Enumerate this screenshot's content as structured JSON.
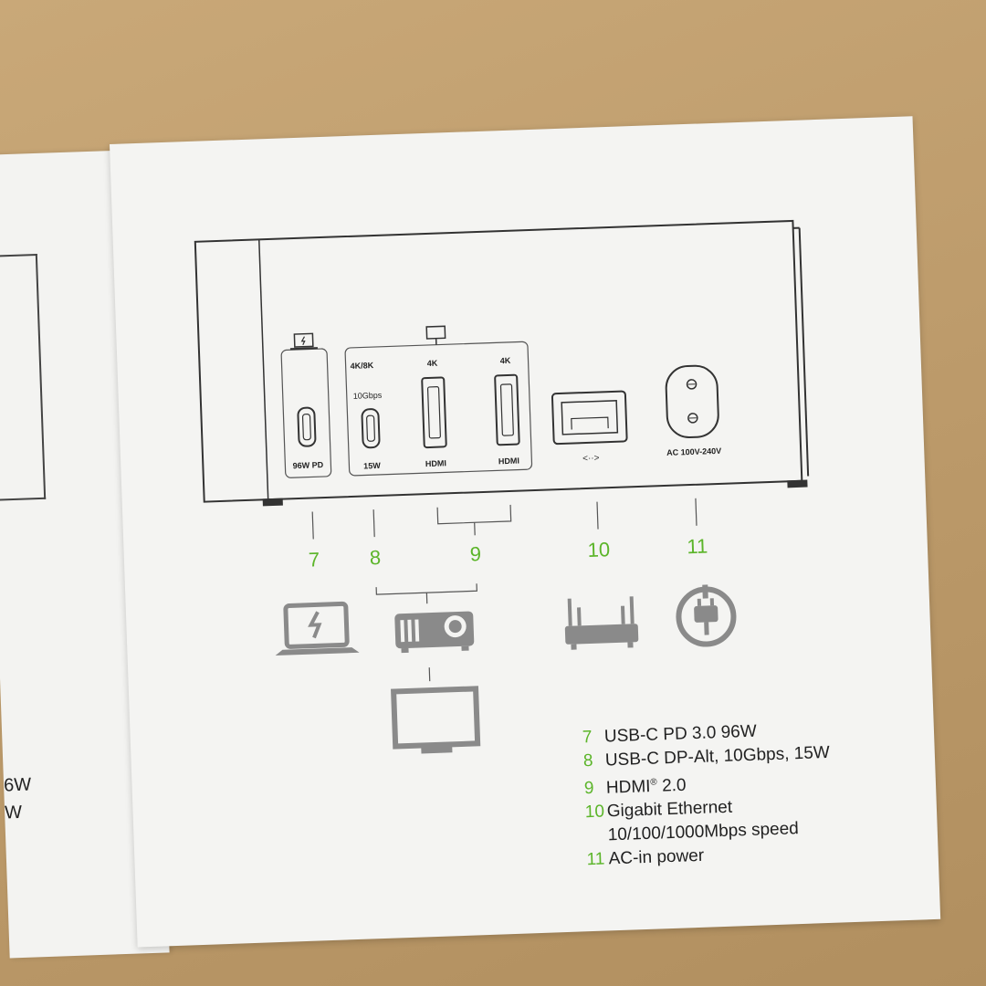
{
  "left_page": {
    "fragment_1": "6W",
    "fragment_2": "W"
  },
  "dock_ports": {
    "pd_label": "96W PD",
    "res_label": "4K/8K",
    "speed_label": "10Gbps",
    "power_label": "15W",
    "hdmi_1_res": "4K",
    "hdmi_1_label": "HDMI",
    "hdmi_2_res": "4K",
    "hdmi_2_label": "HDMI",
    "ac_label": "AC 100V-240V"
  },
  "callouts": [
    "7",
    "8",
    "9",
    "10",
    "11"
  ],
  "legend": [
    {
      "num": "7",
      "text": "USB-C PD 3.0 96W"
    },
    {
      "num": "8",
      "text": "USB-C DP-Alt, 10Gbps, 15W"
    },
    {
      "num": "9",
      "text": "HDMI",
      "sup": "®",
      "suffix": " 2.0"
    },
    {
      "num": "10",
      "text": "Gigabit Ethernet",
      "cont": "10/100/1000Mbps speed"
    },
    {
      "num": "11",
      "text": "AC-in power"
    }
  ],
  "colors": {
    "accent_green": "#5cb52a",
    "line": "#333333",
    "icon_gray": "#8a8a8a"
  }
}
